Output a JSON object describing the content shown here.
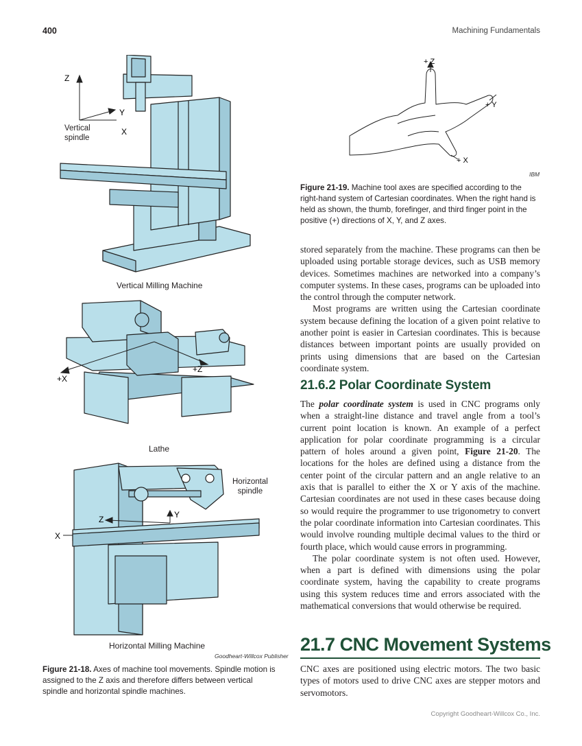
{
  "header": {
    "page_number": "400",
    "running_title": "Machining Fundamentals"
  },
  "figure_18": {
    "vertical_mill": {
      "z": "Z",
      "y": "Y",
      "x": "X",
      "spindle_label": "Vertical\nspindle",
      "caption": "Vertical Milling Machine"
    },
    "lathe": {
      "x": "+X",
      "z": "+Z",
      "caption": "Lathe"
    },
    "horizontal_mill": {
      "z": "Z",
      "y": "Y",
      "x": "X",
      "spindle_label": "Horizontal\nspindle",
      "caption": "Horizontal Milling Machine"
    },
    "credit": "Goodheart-Willcox Publisher",
    "caption_label": "Figure 21-18.",
    "caption_text": " Axes of machine tool movements. Spindle motion is assigned to the Z axis and therefore differs between vertical spindle and horizontal spindle machines."
  },
  "figure_19": {
    "z": "+ Z",
    "y": "+ Y",
    "x": "+ X",
    "credit": "IBM",
    "caption_label": "Figure 21-19.",
    "caption_text": " Machine tool axes are specified according to the right-hand system of Cartesian coordinates. When the right hand is held as shown, the thumb, forefinger, and third finger point in the positive (+) directions of X, Y, and Z axes."
  },
  "body": {
    "para1": "stored separately from the machine. These programs can then be uploaded using portable storage devices, such as USB memory devices. Sometimes machines are networked into a company’s computer systems. In these cases, programs can be uploaded into the control through the computer network.",
    "para2": "Most programs are written using the Cartesian coordinate system because defining the location of a given point relative to another point is easier in Cartesian coordinates. This is because distances between important points are usually provided on prints using dimensions that are based on the Cartesian coordinate system.",
    "section_num": "21.6.2",
    "section_title": " Polar Coordinate System",
    "para3_pre": "The ",
    "para3_term": "polar coordinate system",
    "para3_mid": " is used in CNC programs only when a straight-line distance and travel angle from a tool’s current point location is known. An example of a perfect application for polar coordinate programming is a circular pattern of holes around a given point, ",
    "para3_ref": "Figure 21-20",
    "para3_post": ". The locations for the holes are defined using a distance from the center point of the circular pattern and an angle relative to an axis that is parallel to either the X or Y axis of the machine. Cartesian coordinates are not used in these cases because doing so would require the programmer to use trigonometry to convert the polar coordinate information into Cartesian coordinates. This would involve rounding multiple decimal values to the third or fourth place, which would cause errors in programming.",
    "para4": "The polar coordinate system is not often used. However, when a part is defined with dimensions using the polar coordinate system, having the capability to create programs using this system reduces time and errors associated with the mathematical conversions that would otherwise be required.",
    "chapter_num": "21.7",
    "chapter_title": " CNC Movement Systems",
    "para5": "CNC axes are positioned using electric motors. The two basic types of motors used to drive CNC axes are stepper motors and servomotors."
  },
  "footer": {
    "copyright": "Copyright Goodheart-Willcox Co., Inc."
  }
}
